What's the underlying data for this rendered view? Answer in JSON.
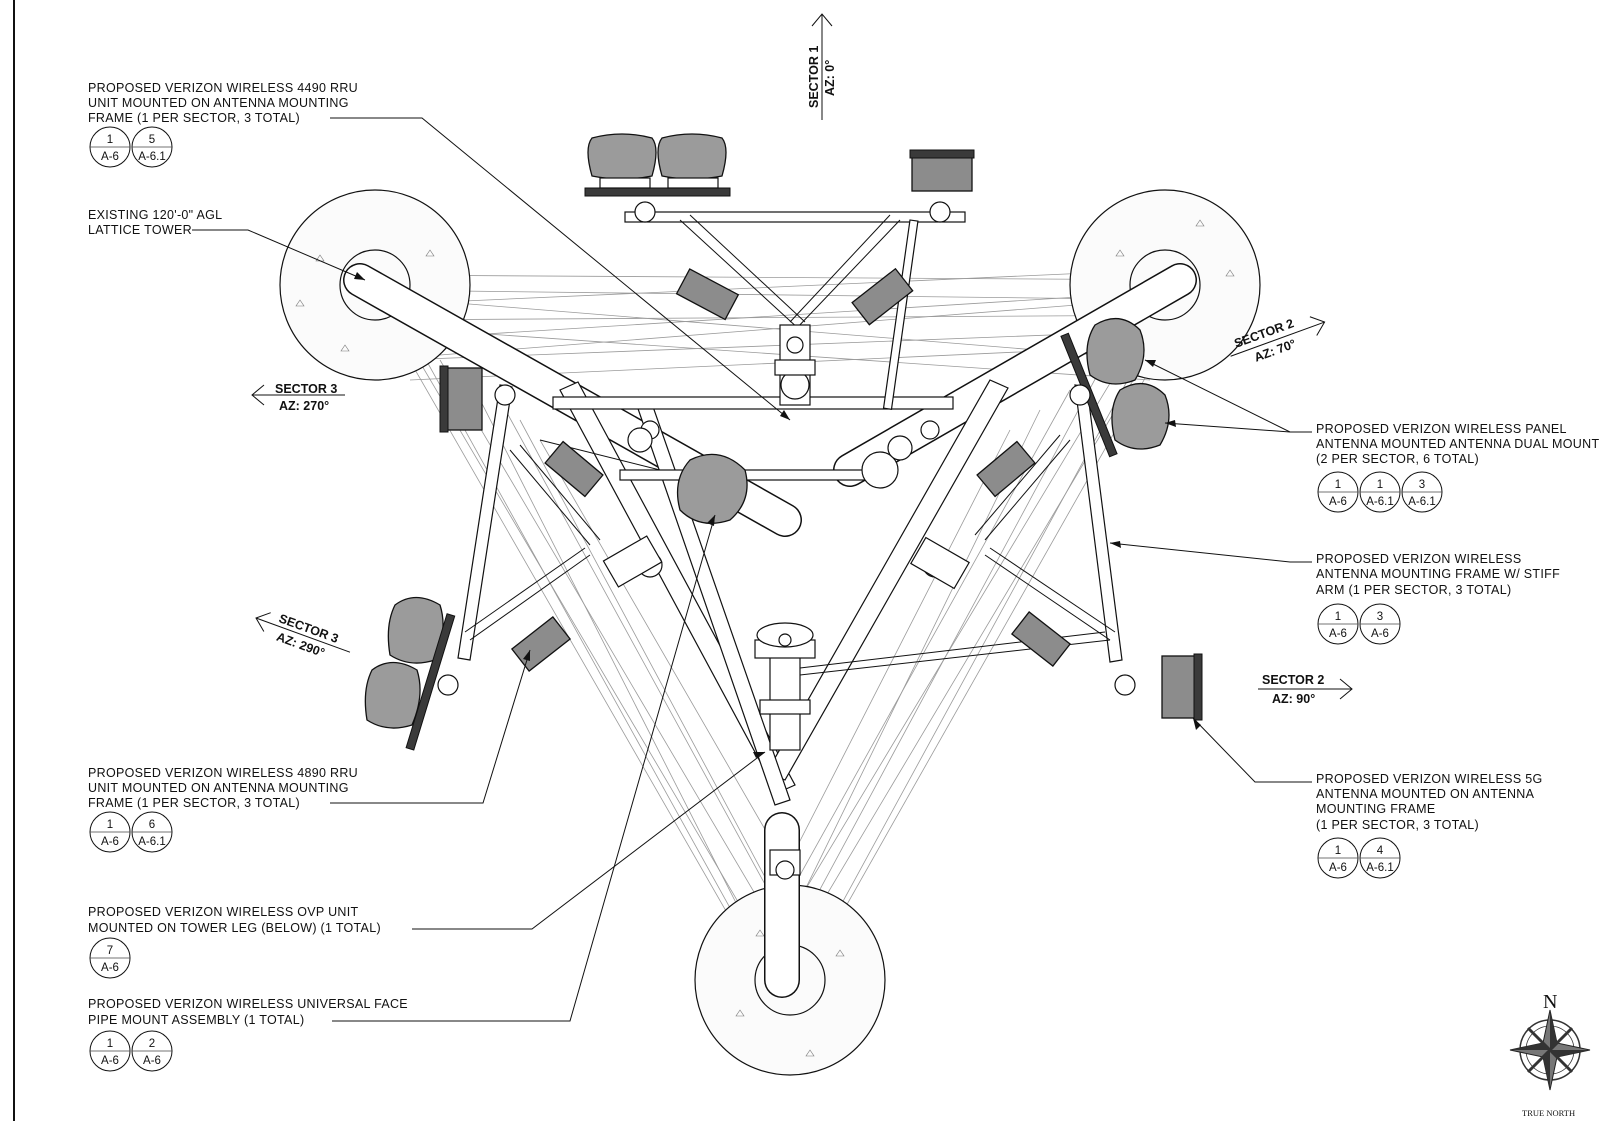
{
  "callouts": [
    {
      "lines": [
        "PROPOSED VERIZON WIRELESS 4490 RRU",
        "UNIT MOUNTED ON ANTENNA MOUNTING",
        "FRAME (1 PER SECTOR, 3 TOTAL)"
      ],
      "refs": [
        {
          "top": "1",
          "bottom": "A-6"
        },
        {
          "top": "5",
          "bottom": "A-6.1"
        }
      ]
    },
    {
      "lines": [
        "EXISTING 120'-0\" AGL",
        "LATTICE TOWER"
      ],
      "refs": []
    },
    {
      "lines": [
        "PROPOSED VERIZON WIRELESS 4890 RRU",
        "UNIT MOUNTED ON ANTENNA MOUNTING",
        "FRAME (1 PER SECTOR, 3 TOTAL)"
      ],
      "refs": [
        {
          "top": "1",
          "bottom": "A-6"
        },
        {
          "top": "6",
          "bottom": "A-6.1"
        }
      ]
    },
    {
      "lines": [
        "PROPOSED VERIZON WIRELESS OVP UNIT",
        "MOUNTED ON TOWER LEG (BELOW) (1 TOTAL)"
      ],
      "refs": [
        {
          "top": "7",
          "bottom": "A-6"
        }
      ]
    },
    {
      "lines": [
        "PROPOSED VERIZON WIRELESS UNIVERSAL FACE",
        "PIPE MOUNT ASSEMBLY (1 TOTAL)"
      ],
      "refs": [
        {
          "top": "1",
          "bottom": "A-6"
        },
        {
          "top": "2",
          "bottom": "A-6"
        }
      ]
    },
    {
      "lines": [
        "PROPOSED VERIZON WIRELESS PANEL",
        "ANTENNA MOUNTED ANTENNA DUAL MOUNT",
        "(2 PER SECTOR, 6 TOTAL)"
      ],
      "refs": [
        {
          "top": "1",
          "bottom": "A-6"
        },
        {
          "top": "1",
          "bottom": "A-6.1"
        },
        {
          "top": "3",
          "bottom": "A-6.1"
        }
      ]
    },
    {
      "lines": [
        "PROPOSED VERIZON WIRELESS",
        "ANTENNA MOUNTING FRAME W/ STIFF",
        "ARM (1 PER SECTOR, 3 TOTAL)"
      ],
      "refs": [
        {
          "top": "1",
          "bottom": "A-6"
        },
        {
          "top": "3",
          "bottom": "A-6"
        }
      ]
    },
    {
      "lines": [
        "PROPOSED VERIZON WIRELESS 5G",
        "ANTENNA MOUNTED ON ANTENNA",
        "MOUNTING FRAME",
        "(1 PER SECTOR, 3 TOTAL)"
      ],
      "refs": [
        {
          "top": "1",
          "bottom": "A-6"
        },
        {
          "top": "4",
          "bottom": "A-6.1"
        }
      ]
    }
  ],
  "sectors": [
    {
      "name": "SECTOR 1",
      "az": "AZ: 0°"
    },
    {
      "name": "SECTOR 2",
      "az": "AZ: 70°"
    },
    {
      "name": "SECTOR 3",
      "az": "AZ: 270°"
    },
    {
      "name": "SECTOR 3",
      "az": "AZ: 290°"
    },
    {
      "name": "SECTOR 2",
      "az": "AZ: 90°"
    }
  ],
  "compass": {
    "north": "N",
    "label": "TRUE NORTH"
  }
}
